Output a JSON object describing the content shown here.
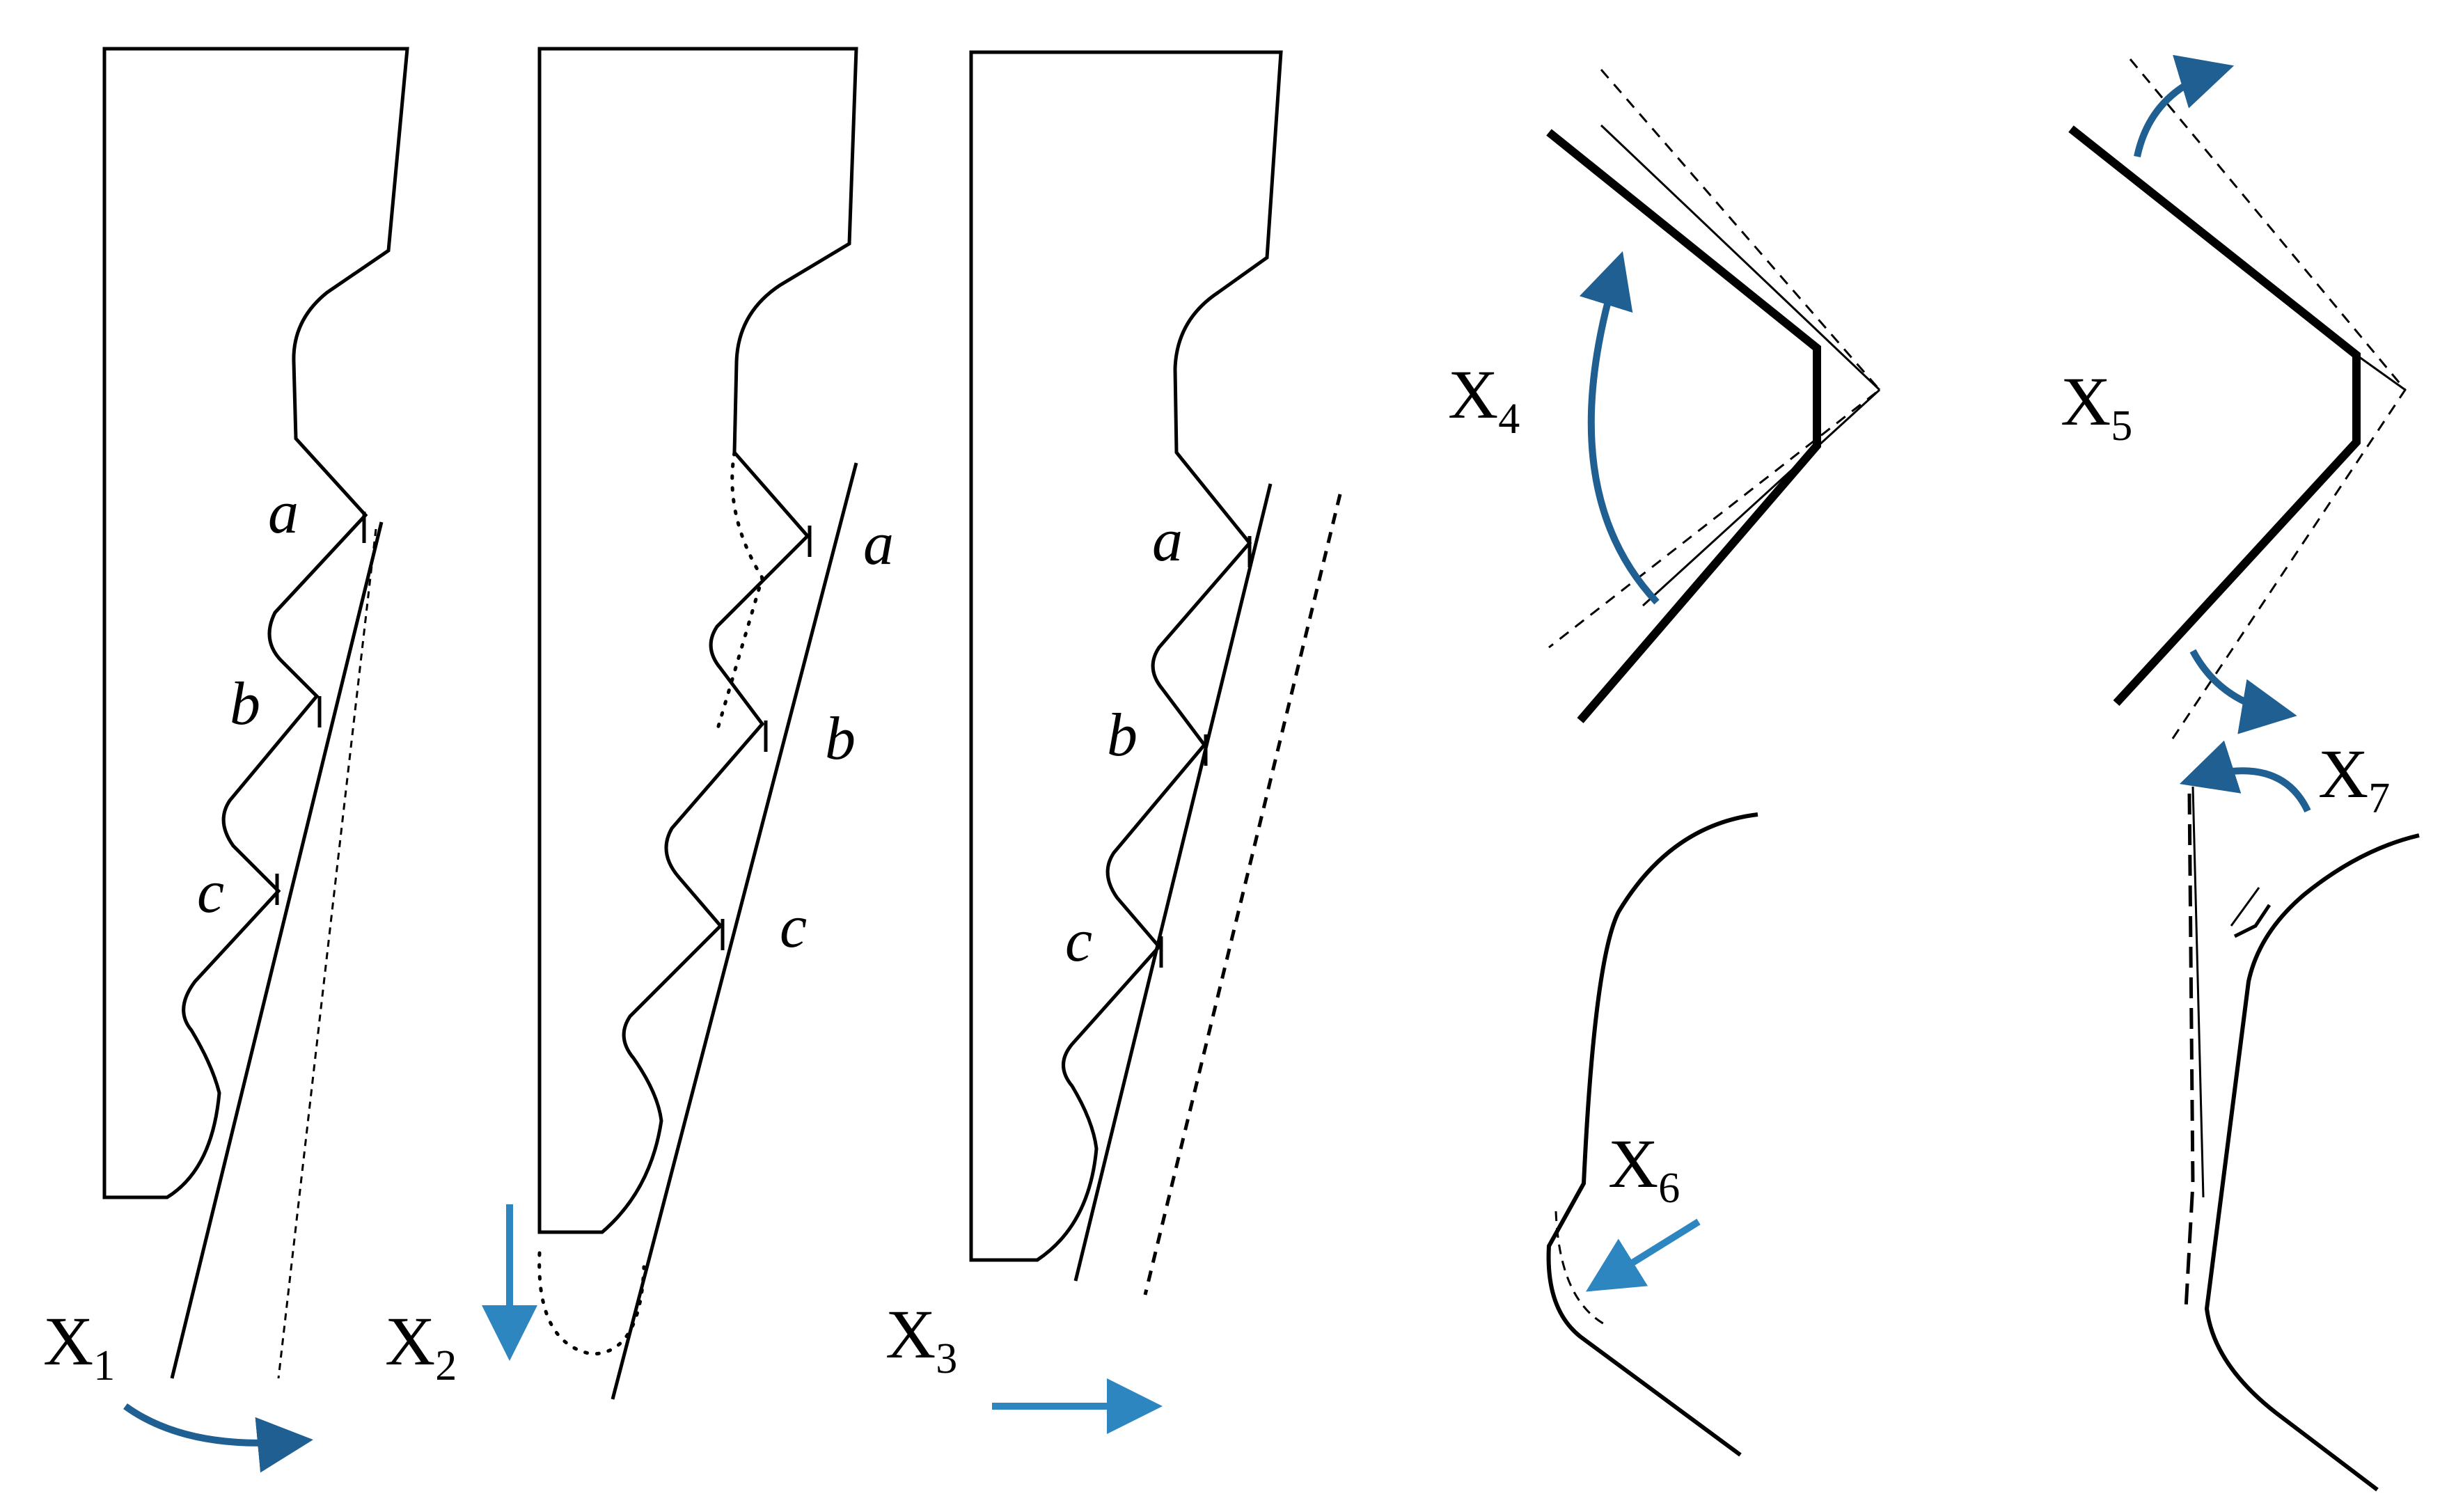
{
  "panels": {
    "x1": {
      "name": "X",
      "sub": "1",
      "points": [
        "a",
        "b",
        "c"
      ]
    },
    "x2": {
      "name": "X",
      "sub": "2",
      "points": [
        "a",
        "b",
        "c"
      ]
    },
    "x3": {
      "name": "X",
      "sub": "3",
      "points": [
        "a",
        "b",
        "c"
      ]
    },
    "x4": {
      "name": "X",
      "sub": "4"
    },
    "x5": {
      "name": "X",
      "sub": "5"
    },
    "x6": {
      "name": "X",
      "sub": "6"
    },
    "x7": {
      "name": "X",
      "sub": "7"
    }
  },
  "colors": {
    "line": "#000000",
    "arrow": "#1f5f91",
    "arrow_light": "#2e86c1"
  }
}
